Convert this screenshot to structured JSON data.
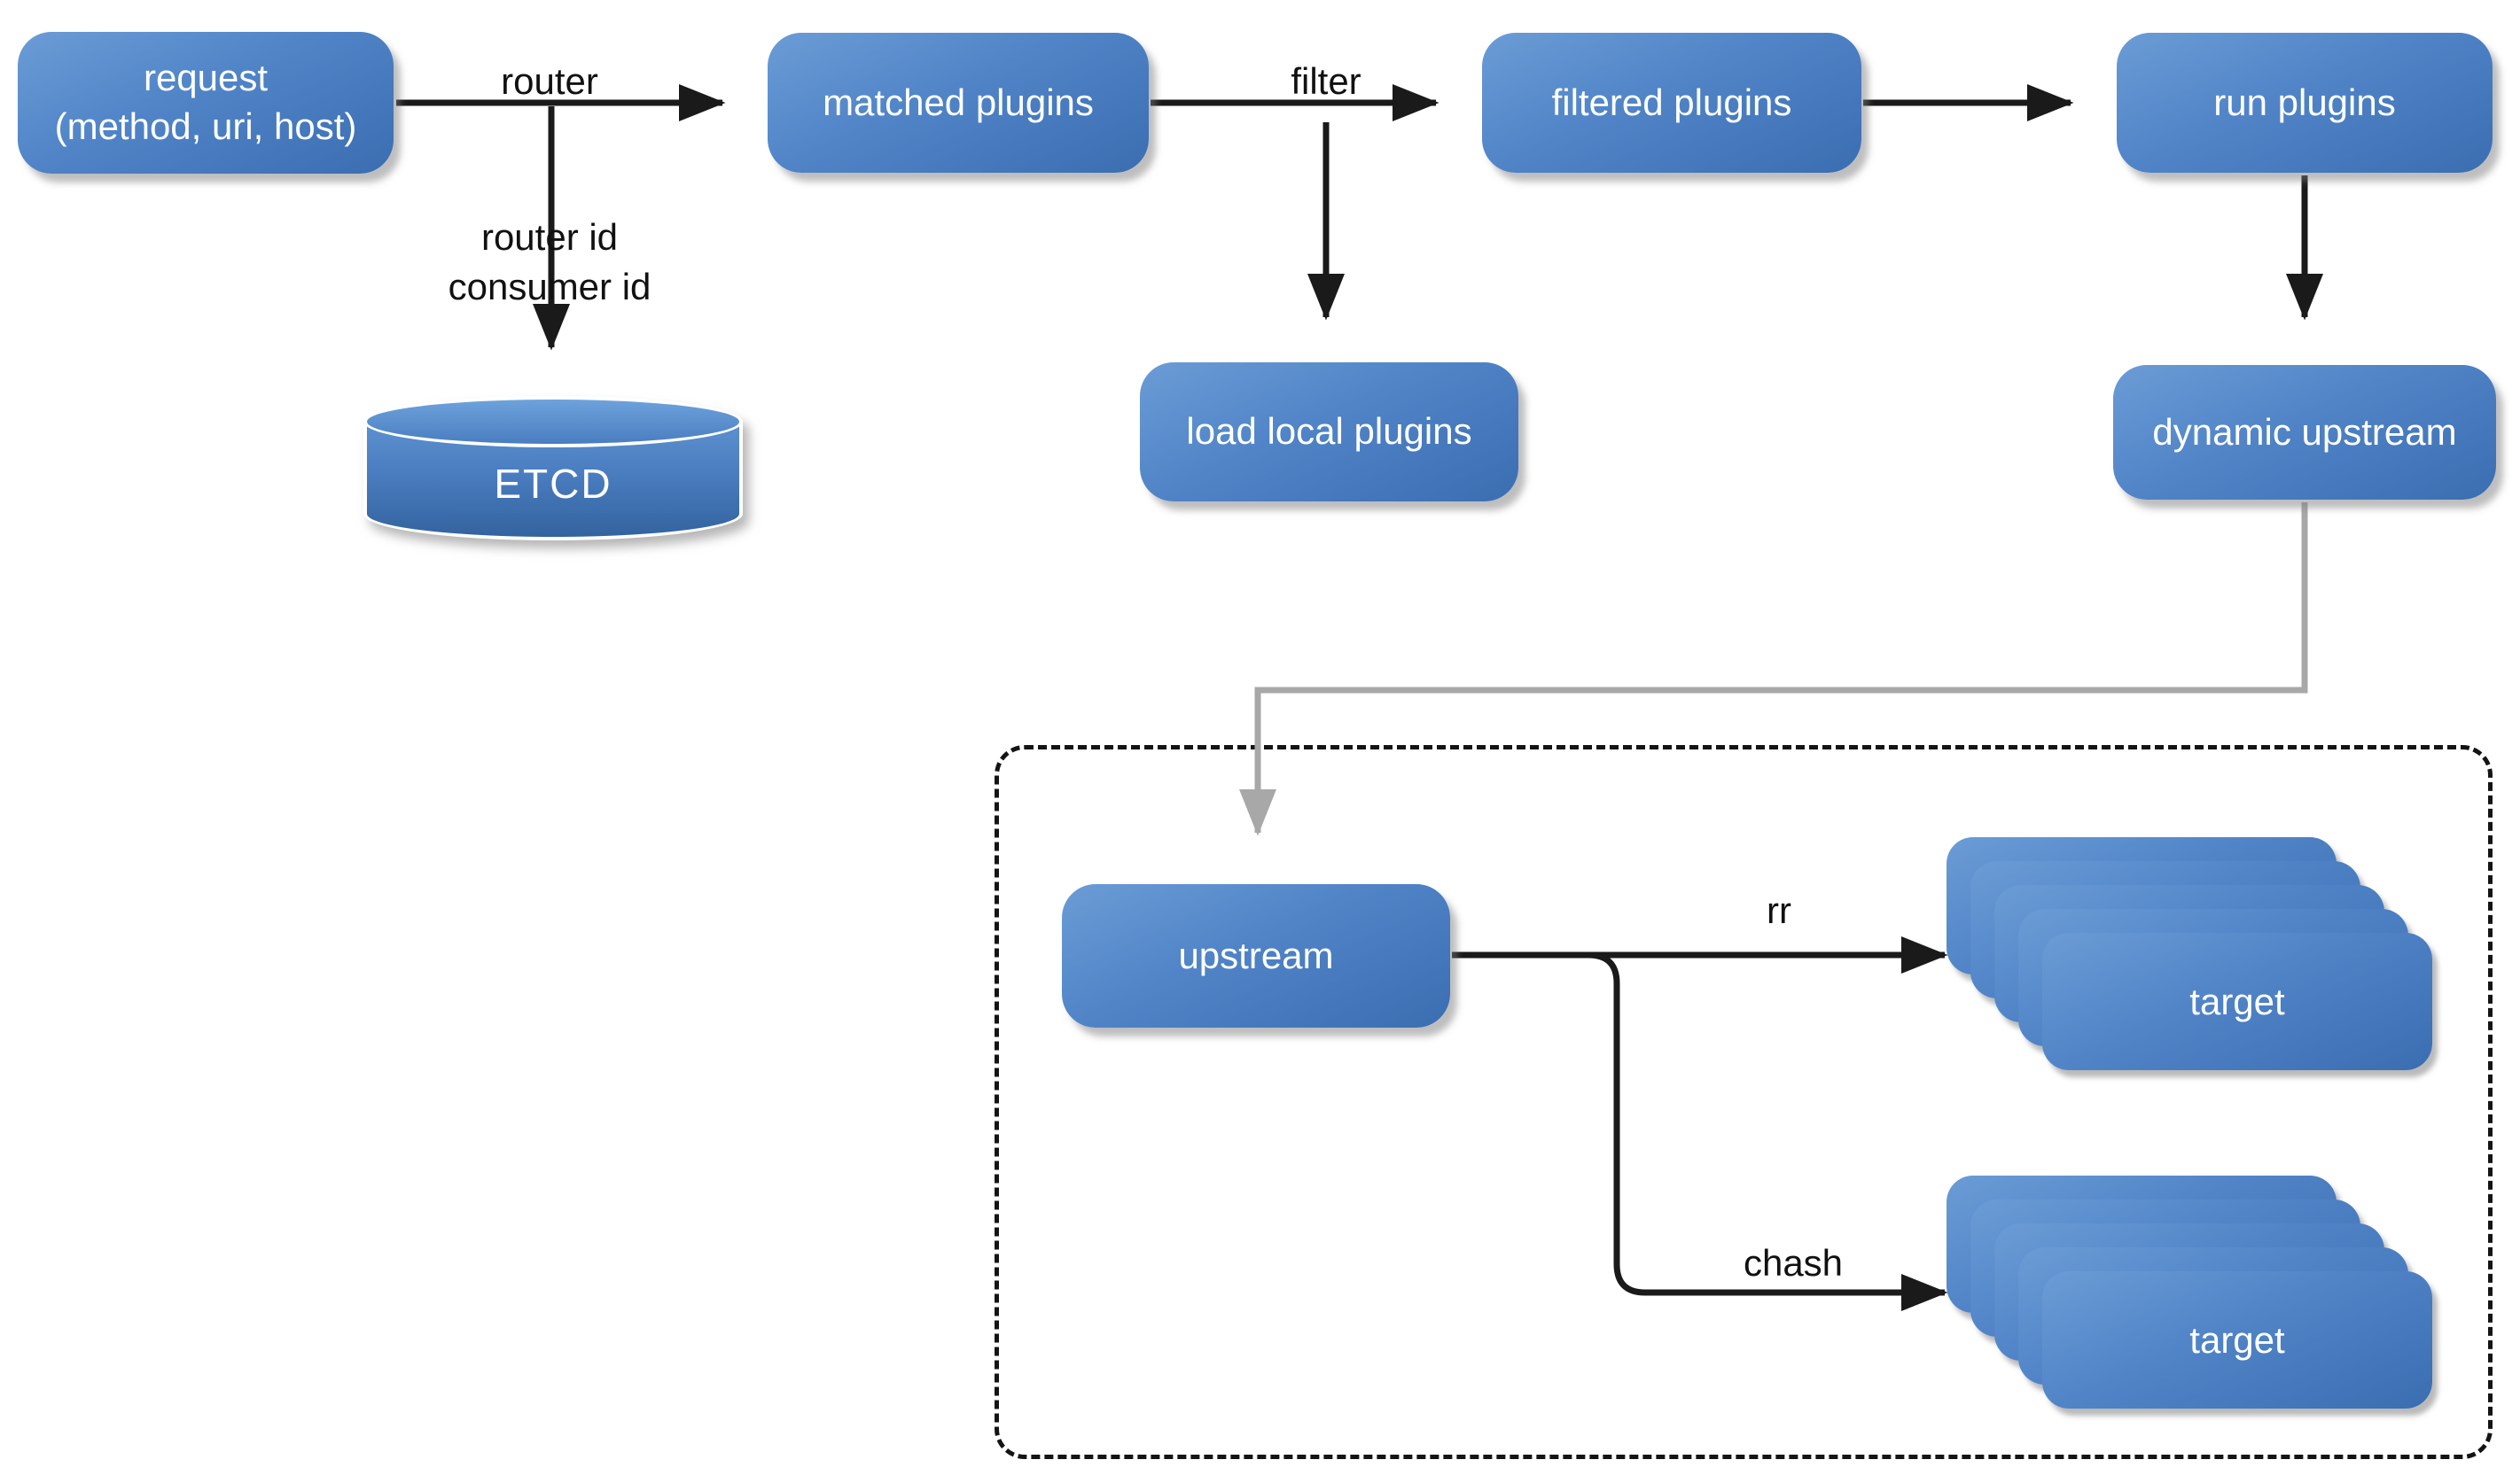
{
  "colors": {
    "node_blue_light": "#6b9cd6",
    "node_blue_mid": "#5084c7",
    "node_blue_dark": "#3b6db1",
    "arrow_black": "#1a1a1a",
    "arrow_gray": "#a8a8a8",
    "label_text": "#111111",
    "node_text": "#ffffff",
    "background": "#ffffff"
  },
  "nodes": {
    "request": {
      "line1": "request",
      "line2": "(method, uri, host)"
    },
    "matched_plugins": {
      "label": "matched plugins"
    },
    "filtered_plugins": {
      "label": "filtered plugins"
    },
    "run_plugins": {
      "label": "run plugins"
    },
    "etcd": {
      "label": "ETCD"
    },
    "load_local_plugins": {
      "label": "load local plugins"
    },
    "dynamic_upstream": {
      "label": "dynamic upstream"
    },
    "upstream": {
      "label": "upstream"
    },
    "target_rr": {
      "label": "target"
    },
    "target_chash": {
      "label": "target"
    }
  },
  "edge_labels": {
    "router": "router",
    "router_id": "router id",
    "consumer_id": "consumer id",
    "filter": "filter",
    "rr": "rr",
    "chash": "chash"
  }
}
